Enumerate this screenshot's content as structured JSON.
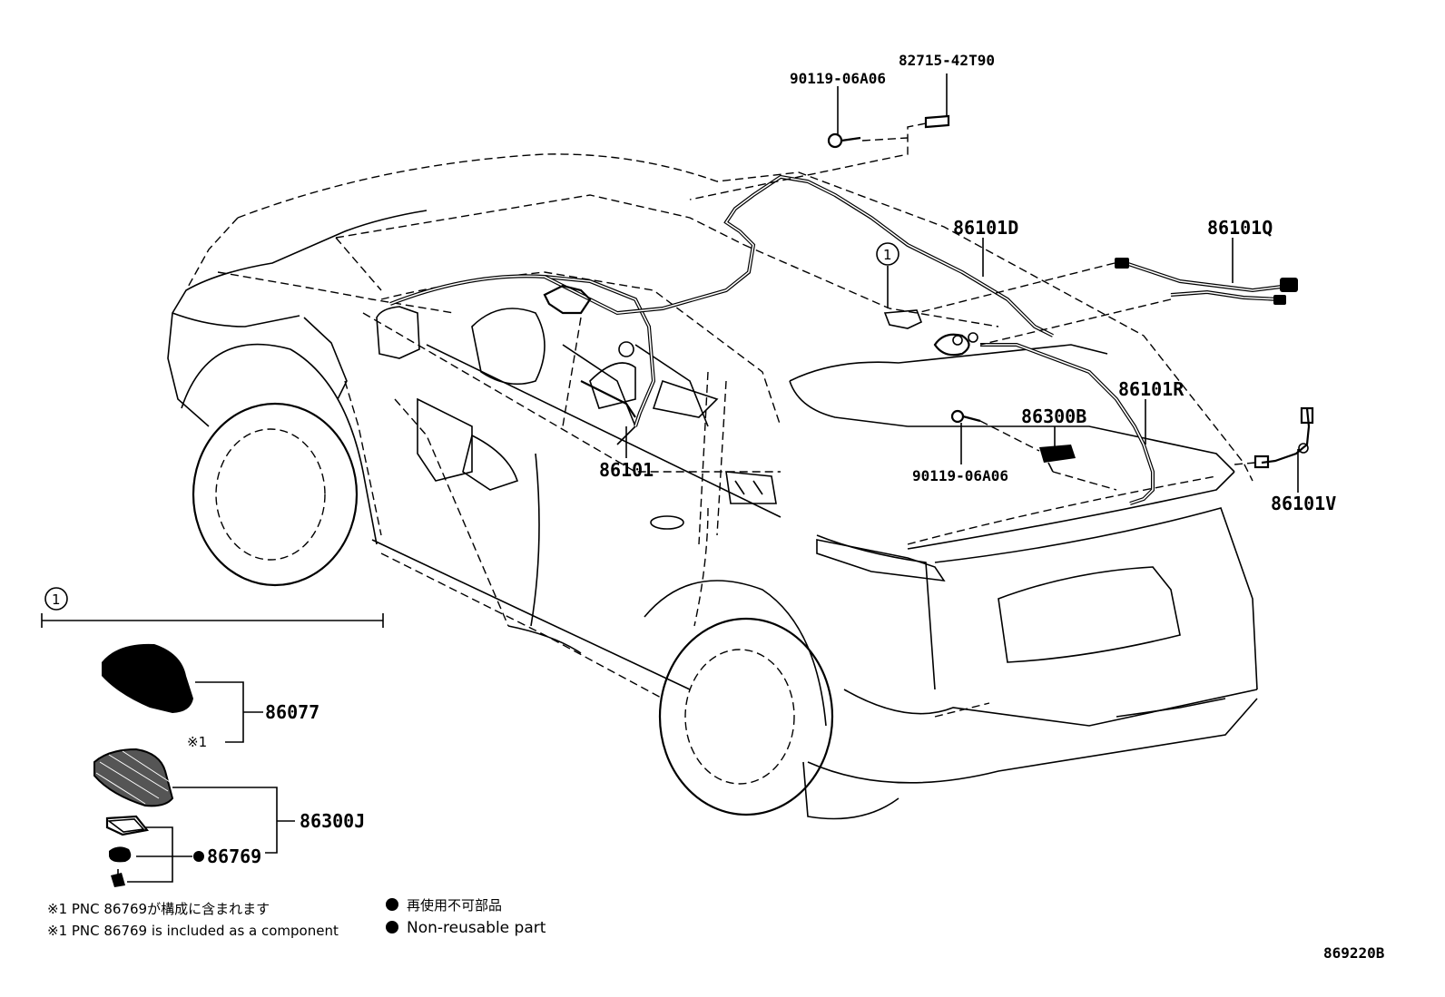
{
  "labels": {
    "p82715": "82715-42T90",
    "p90119_top": "90119-06A06",
    "p86101D": "86101D",
    "p86101Q": "86101Q",
    "p86101R": "86101R",
    "p86300B": "86300B",
    "p90119_mid": "90119-06A06",
    "p86101": "86101",
    "p86101V": "86101V",
    "p86077": "86077",
    "p86300J": "86300J",
    "p86769": "86769",
    "ref_note": "※1",
    "circle_ref": "1",
    "circle_ref_inset": "1"
  },
  "notes": {
    "jp_component": "※1 PNC 86769が構成に含まれます",
    "en_component": "※1 PNC 86769 is included as a component",
    "jp_nonreusable": "再使用不可部品",
    "en_nonreusable": "Non-reusable part"
  },
  "figure_id": "869220B"
}
